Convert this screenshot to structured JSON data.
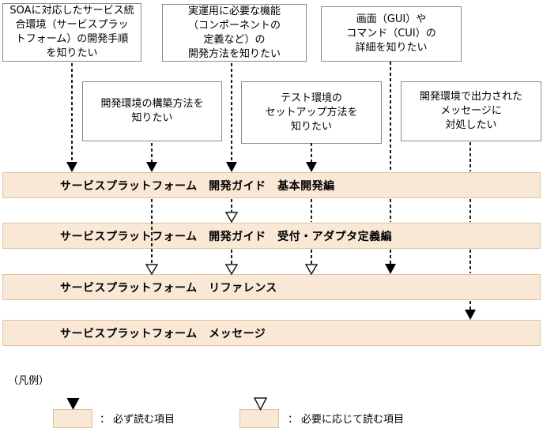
{
  "diagram": {
    "questions": [
      {
        "text": "SOAに対応したサービス統\n合環境（サービスプラッ\nトフォーム）の開発手順\nを知りたい"
      },
      {
        "text": "実運用に必要な機能\n（コンポーネントの\n定義など）の\n開発方法を知りたい"
      },
      {
        "text": "画面（GUI）や\nコマンド（CUI）の\n詳細を知りたい"
      },
      {
        "text": "開発環境の構築方法を\n知りたい"
      },
      {
        "text": "テスト環境の\nセットアップ方法を\n知りたい"
      },
      {
        "text": "開発環境で出力された\nメッセージに\n対処したい"
      }
    ],
    "manuals": [
      {
        "title": "サービスプラットフォーム　開発ガイド　基本開発編"
      },
      {
        "title": "サービスプラットフォーム　開発ガイド　受付・アダプタ定義編"
      },
      {
        "title": "サービスプラットフォーム　リファレンス"
      },
      {
        "title": "サービスプラットフォーム　メッセージ"
      }
    ],
    "connections": [
      {
        "from_question": 0,
        "to_manual": 0,
        "type": "must-read"
      },
      {
        "from_question": 3,
        "to_manual": 0,
        "type": "must-read"
      },
      {
        "from_question": 1,
        "to_manual": 0,
        "type": "must-read"
      },
      {
        "from_question": 4,
        "to_manual": 0,
        "type": "must-read"
      },
      {
        "from_question": 1,
        "to_manual": 1,
        "type": "optional-read"
      },
      {
        "from_question": 3,
        "to_manual": 2,
        "type": "optional-read"
      },
      {
        "from_question": 1,
        "to_manual": 2,
        "type": "optional-read"
      },
      {
        "from_question": 4,
        "to_manual": 2,
        "type": "optional-read"
      },
      {
        "from_question": 2,
        "to_manual": 2,
        "type": "must-read"
      },
      {
        "from_question": 5,
        "to_manual": 3,
        "type": "must-read"
      }
    ],
    "legend": {
      "title": "（凡例）",
      "items": [
        {
          "symbol": "filled-triangle",
          "separator": "：",
          "label": "必ず読む項目"
        },
        {
          "symbol": "open-triangle",
          "separator": "：",
          "label": "必要に応じて読む項目"
        }
      ]
    },
    "colors": {
      "bar_fill": "#f9e8d5",
      "bar_border": "#dfc3a0",
      "box_border": "#8a8a8a",
      "arrow": "#000000"
    }
  }
}
